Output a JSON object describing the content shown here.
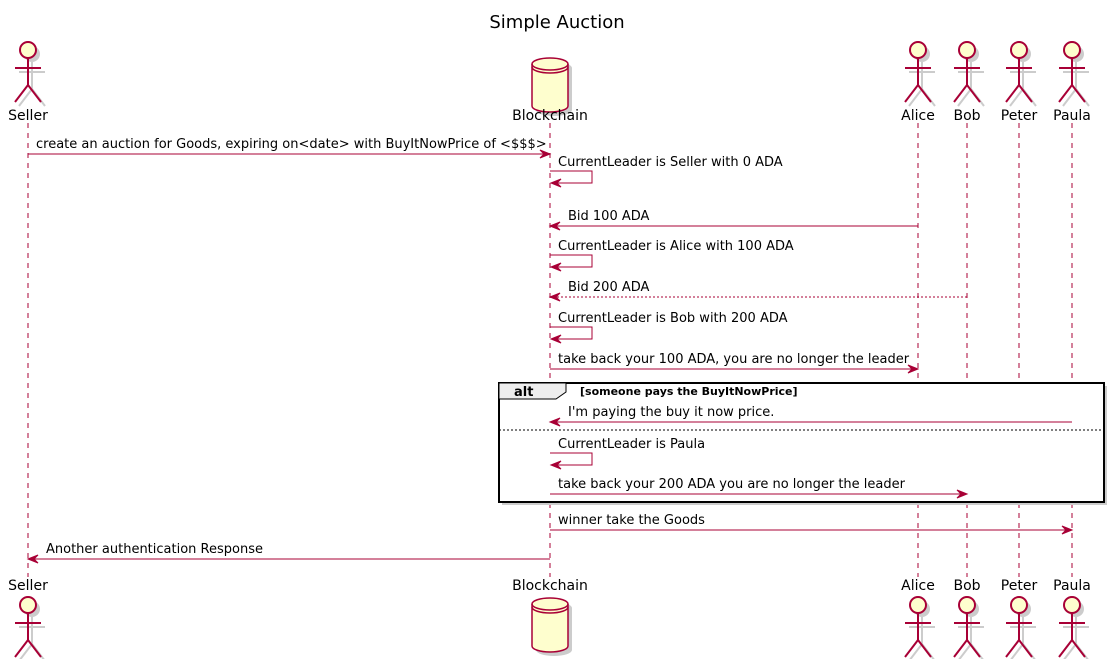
{
  "title": "Simple Auction",
  "colors": {
    "line": "#a80036",
    "actor_fill": "#fefece",
    "shadow": "#cccccc",
    "frame": "#000000"
  },
  "participants": [
    {
      "id": "seller",
      "label": "Seller",
      "kind": "actor"
    },
    {
      "id": "blockchain",
      "label": "Blockchain",
      "kind": "database"
    },
    {
      "id": "alice",
      "label": "Alice",
      "kind": "actor"
    },
    {
      "id": "bob",
      "label": "Bob",
      "kind": "actor"
    },
    {
      "id": "peter",
      "label": "Peter",
      "kind": "actor"
    },
    {
      "id": "paula",
      "label": "Paula",
      "kind": "actor"
    }
  ],
  "messages": [
    {
      "from": "seller",
      "to": "blockchain",
      "text": "create an auction for Goods, expiring on<date> with BuyItNowPrice of <$$$>",
      "style": "solid"
    },
    {
      "from": "blockchain",
      "to": "blockchain",
      "text": "CurrentLeader is Seller with 0 ADA",
      "style": "solid"
    },
    {
      "from": "alice",
      "to": "blockchain",
      "text": "Bid 100 ADA",
      "style": "solid"
    },
    {
      "from": "blockchain",
      "to": "blockchain",
      "text": "CurrentLeader is Alice with 100 ADA",
      "style": "solid"
    },
    {
      "from": "bob",
      "to": "blockchain",
      "text": "Bid 200 ADA",
      "style": "dotted"
    },
    {
      "from": "blockchain",
      "to": "blockchain",
      "text": "CurrentLeader is Bob with 200 ADA",
      "style": "solid"
    },
    {
      "from": "blockchain",
      "to": "alice",
      "text": "take back your 100 ADA, you are no longer the leader",
      "style": "solid"
    },
    {
      "from": "paula",
      "to": "blockchain",
      "text": "I'm paying the buy it now price.",
      "style": "solid"
    },
    {
      "from": "blockchain",
      "to": "blockchain",
      "text": "CurrentLeader is Paula",
      "style": "solid"
    },
    {
      "from": "blockchain",
      "to": "bob",
      "text": "take back your 200 ADA you are no longer the leader",
      "style": "solid"
    },
    {
      "from": "blockchain",
      "to": "paula",
      "text": "winner take the Goods",
      "style": "solid"
    },
    {
      "from": "blockchain",
      "to": "seller",
      "text": "Another authentication Response",
      "style": "solid"
    }
  ],
  "alt": {
    "label": "alt",
    "condition": "[someone pays the BuyItNowPrice]"
  }
}
